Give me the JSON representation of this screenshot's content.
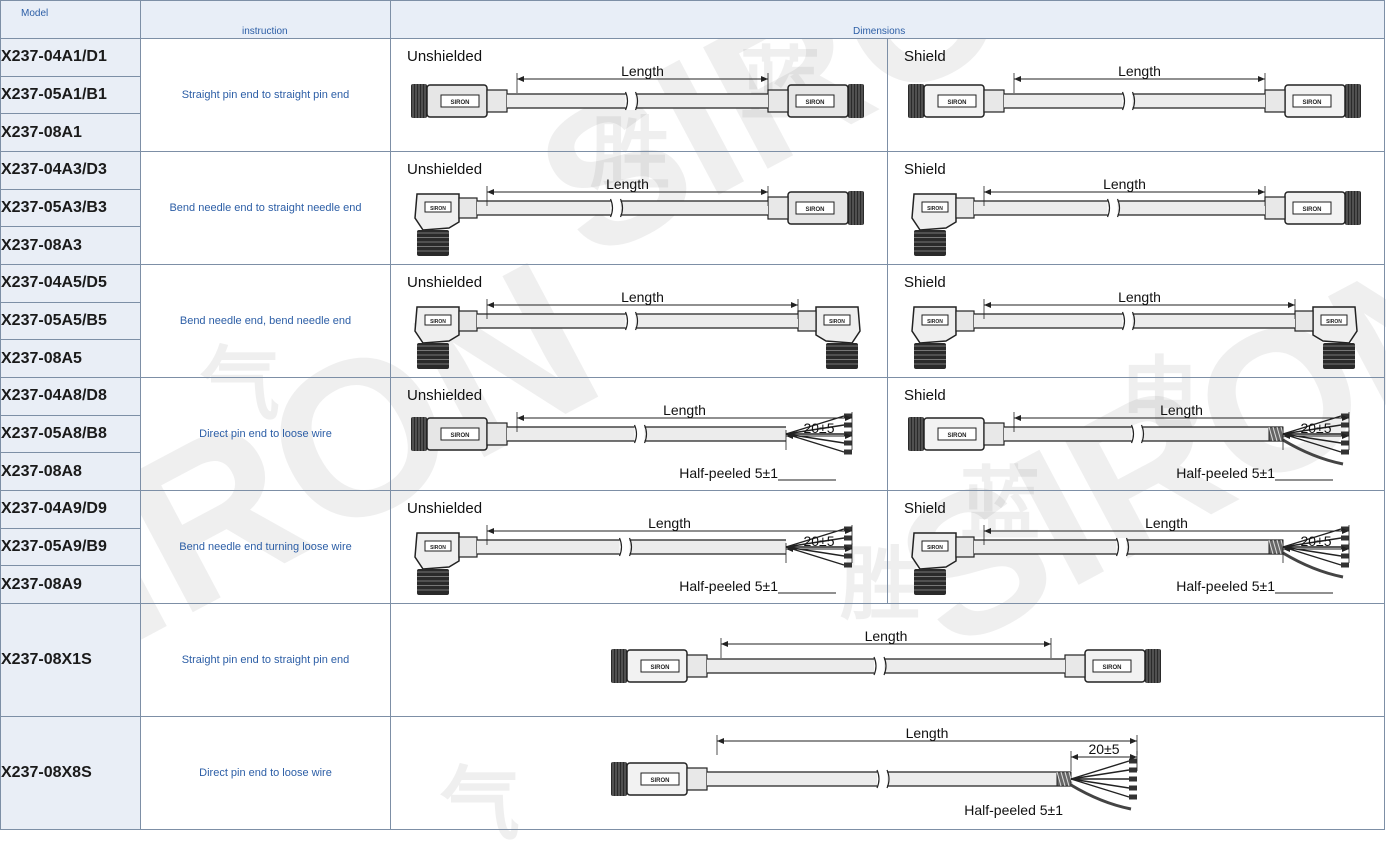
{
  "header": {
    "model": "Model",
    "instruction": "instruction",
    "dimensions": "Dimensions"
  },
  "rows": [
    {
      "models": [
        "X237-04A1/D1",
        "X237-05A1/B1",
        "X237-08A1"
      ],
      "instruction": "Straight pin end to straight pin end",
      "left": {
        "label": "Unshielded",
        "length": "Length"
      },
      "right": {
        "label": "Shield",
        "length": "Length"
      }
    },
    {
      "models": [
        "X237-04A3/D3",
        "X237-05A3/B3",
        "X237-08A3"
      ],
      "instruction": "Bend needle end to straight needle end",
      "left": {
        "label": "Unshielded",
        "length": "Length"
      },
      "right": {
        "label": "Shield",
        "length": "Length"
      }
    },
    {
      "models": [
        "X237-04A5/D5",
        "X237-05A5/B5",
        "X237-08A5"
      ],
      "instruction": "Bend needle end, bend needle end",
      "left": {
        "label": "Unshielded",
        "length": "Length"
      },
      "right": {
        "label": "Shield",
        "length": "Length"
      }
    },
    {
      "models": [
        "X237-04A8/D8",
        "X237-05A8/B8",
        "X237-08A8"
      ],
      "instruction": "Direct pin end to loose wire",
      "left": {
        "label": "Unshielded",
        "length": "Length",
        "tol": "20±5",
        "peel": "Half-peeled 5±1"
      },
      "right": {
        "label": "Shield",
        "length": "Length",
        "tol": "20±5",
        "peel": "Half-peeled 5±1"
      }
    },
    {
      "models": [
        "X237-04A9/D9",
        "X237-05A9/B9",
        "X237-08A9"
      ],
      "instruction": "Bend needle end turning loose wire",
      "left": {
        "label": "Unshielded",
        "length": "Length",
        "tol": "20±5",
        "peel": "Half-peeled 5±1"
      },
      "right": {
        "label": "Shield",
        "length": "Length",
        "tol": "20±5",
        "peel": "Half-peeled 5±1"
      }
    },
    {
      "models": [
        "X237-08X1S"
      ],
      "instruction": "Straight pin end to straight pin end",
      "center": {
        "length": "Length"
      }
    },
    {
      "models": [
        "X237-08X8S"
      ],
      "instruction": "Direct pin end to loose wire",
      "center": {
        "length": "Length",
        "tol": "20±5",
        "peel": "Half-peeled 5±1"
      }
    }
  ],
  "brand_mark": "SIRON",
  "watermark": {
    "latin": "SIRON",
    "cn1": "胜",
    "cn2": "蓝",
    "cn3": "电",
    "cn4": "气"
  }
}
